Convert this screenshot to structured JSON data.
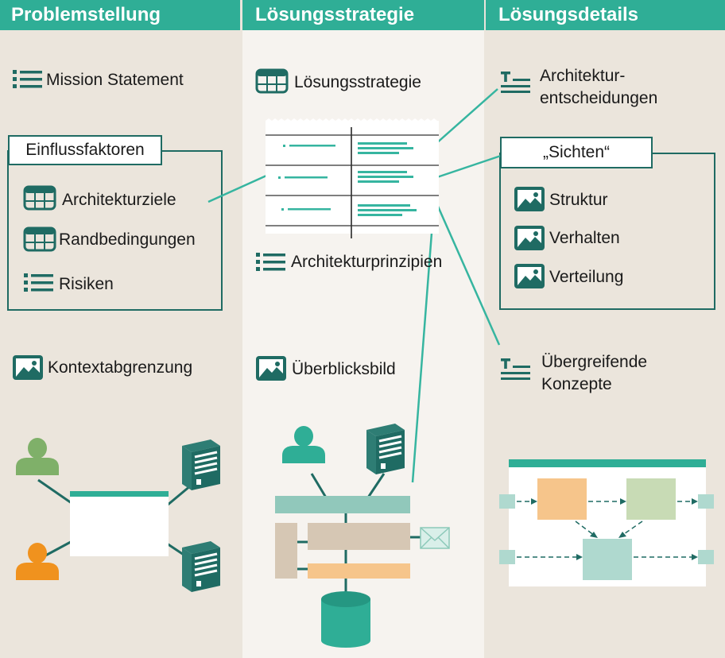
{
  "columns": [
    {
      "title": "Problemstellung"
    },
    {
      "title": "Lösungsstrategie"
    },
    {
      "title": "Lösungsdetails"
    }
  ],
  "problem": {
    "mission_statement": "Mission Statement",
    "einflussfaktoren": "Einflussfaktoren",
    "architekturziele": "Architekturziele",
    "randbedingungen": "Randbedingungen",
    "risiken": "Risiken",
    "kontextabgrenzung": "Kontextabgrenzung"
  },
  "strategy": {
    "loesungsstrategie": "Lösungsstrategie",
    "architekturprinzipien": "Architekturprinzipien",
    "ueberblicksbild": "Überblicksbild"
  },
  "details": {
    "architekturentscheidungen_line1": "Architektur-",
    "architekturentscheidungen_line2": "entscheidungen",
    "sichten": "„Sichten“",
    "struktur": "Struktur",
    "verhalten": "Verhalten",
    "verteilung": "Verteilung",
    "uebergreifende_line1": "Übergreifende",
    "uebergreifende_line2": "Konzepte"
  },
  "colors": {
    "teal_header": "#2fae96",
    "dark_teal": "#1f6b63",
    "beige_column": "#ebe5dc",
    "light_column": "#f6f3ef",
    "accent_line": "#36b5a0",
    "green_person": "#7fb069",
    "orange_person": "#f0921e",
    "peach_box": "#f6c58b",
    "sage_box": "#c8dbb5",
    "mint_box": "#afd9cf"
  },
  "icons": [
    "list-icon",
    "table-icon",
    "image-icon",
    "text-icon",
    "person-icon",
    "server-icon",
    "envelope-icon",
    "database-icon"
  ]
}
